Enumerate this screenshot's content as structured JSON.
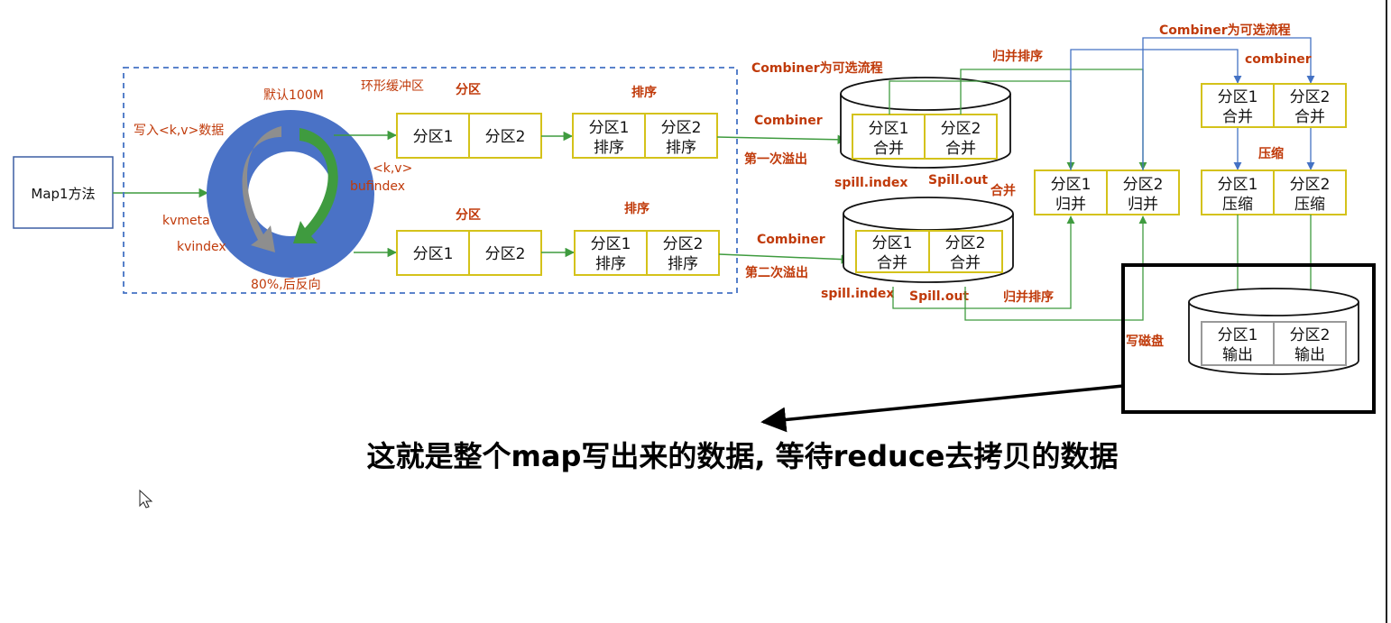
{
  "map_box": "Map1方法",
  "ring": {
    "default_size": "默认100M",
    "buffer_name": "环形缓冲区",
    "write_kv": "写入<k,v>数据",
    "kv": "<k,v>",
    "bufindex": "bufindex",
    "kvmeta": "kvmeta",
    "kvindex": "kvindex",
    "threshold": "80%,后反向"
  },
  "partition_row1": {
    "title": "分区",
    "p1": "分区1",
    "p2": "分区2"
  },
  "sort_row1": {
    "title": "排序",
    "p1a": "分区1",
    "p1b": "排序",
    "p2a": "分区2",
    "p2b": "排序"
  },
  "partition_row2": {
    "title": "分区",
    "p1": "分区1",
    "p2": "分区2"
  },
  "sort_row2": {
    "title": "排序",
    "p1a": "分区1",
    "p1b": "排序",
    "p2a": "分区2",
    "p2b": "排序"
  },
  "spill1": {
    "optional": "Combiner为可选流程",
    "combiner": "Combiner",
    "spill_label": "第一次溢出",
    "p1a": "分区1",
    "p1b": "合并",
    "p2a": "分区2",
    "p2b": "合并",
    "index": "spill.index",
    "out": "Spill.out"
  },
  "spill2": {
    "combiner": "Combiner",
    "spill_label": "第二次溢出",
    "p1a": "分区1",
    "p1b": "合并",
    "p2a": "分区2",
    "p2b": "合并",
    "index": "spill.index",
    "out": "Spill.out"
  },
  "merge": {
    "merge_sort_top": "归并排序",
    "merge_sort_bottom": "归并排序",
    "merge": "合并",
    "p1a": "分区1",
    "p1b": "归并",
    "p2a": "分区2",
    "p2b": "归并"
  },
  "combine_stage": {
    "optional": "Combiner为可选流程",
    "combiner": "combiner",
    "p1a": "分区1",
    "p1b": "合并",
    "p2a": "分区2",
    "p2b": "合并"
  },
  "compress_stage": {
    "label": "压缩",
    "p1a": "分区1",
    "p1b": "压缩",
    "p2a": "分区2",
    "p2b": "压缩"
  },
  "output": {
    "write_disk": "写磁盘",
    "p1a": "分区1",
    "p1b": "输出",
    "p2a": "分区2",
    "p2b": "输出"
  },
  "caption": "这就是整个map写出来的数据, 等待reduce去拷贝的数据",
  "colors": {
    "green_arrow": "#3f9b3f",
    "blue_arrow": "#4472c4",
    "yellow_box": "#d4c21a",
    "ring_blue": "#4472c4",
    "label_red": "#c03a0a"
  }
}
